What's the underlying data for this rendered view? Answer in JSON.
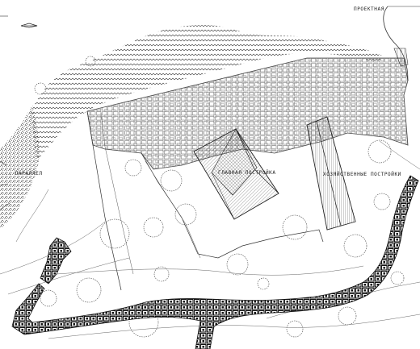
{
  "labels": {
    "top_right": "ПРОЕКТНАЯ",
    "left": "... ПАРАЛЛЕЛ",
    "center": "ГЛАВНАЯ ПОСТРОЙКА",
    "right": "ХОЗЯЙСТВЕННЫЕ ПОСТРОЙКИ"
  },
  "colors": {
    "line": "#222222",
    "hatch": "#333333",
    "paving": "#555555",
    "path_fill": "#111111",
    "background": "#ffffff"
  },
  "icons": {
    "north_arrow": "north-arrow-icon"
  }
}
